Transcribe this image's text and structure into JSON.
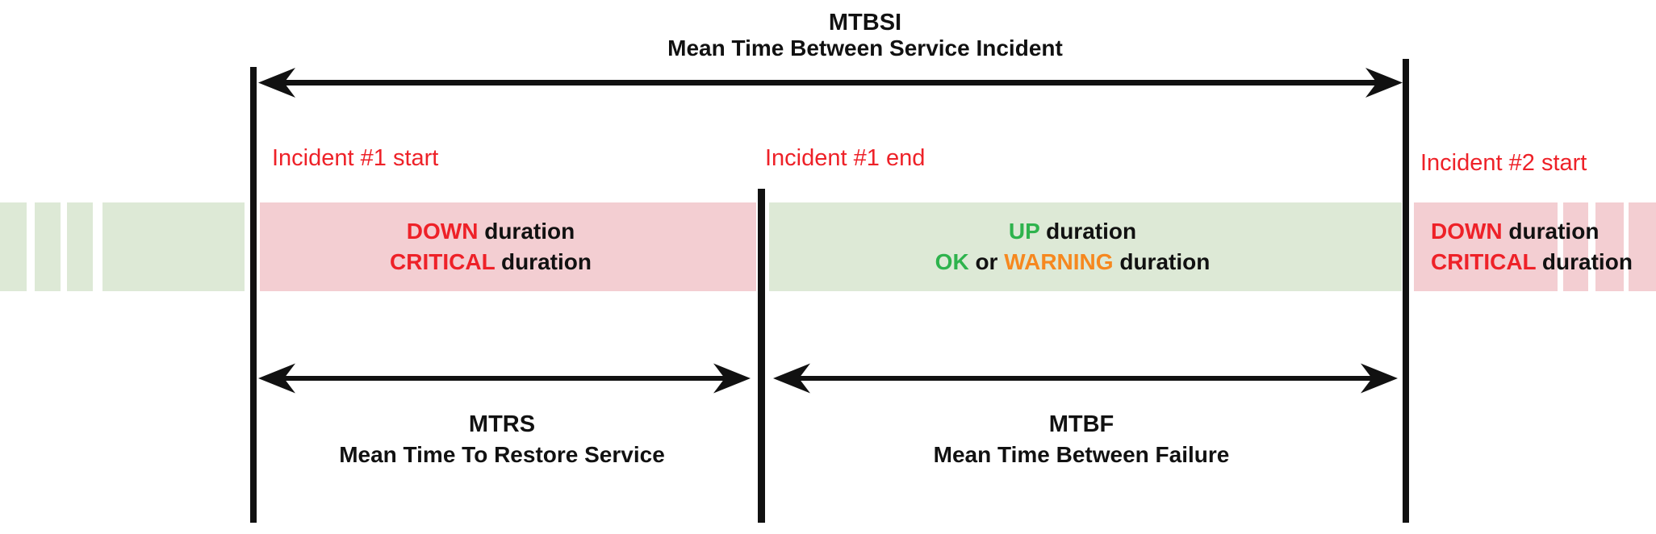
{
  "title": {
    "abbr": "MTBSI",
    "full": "Mean Time Between Service Incident"
  },
  "incident_markers": {
    "incident1_start": "Incident #1 start",
    "incident1_end": "Incident #1 end",
    "incident2_start": "Incident #2 start"
  },
  "bands": {
    "down_band_1": {
      "state": "DOWN",
      "state_suffix": " duration",
      "severity": "CRITICAL",
      "severity_suffix": " duration"
    },
    "up_band": {
      "state": "UP",
      "state_suffix": " duration",
      "ok": "OK",
      "or_word": " or ",
      "warning": "WARNING",
      "warning_suffix": " duration"
    },
    "down_band_2": {
      "state": "DOWN",
      "state_suffix": " duration",
      "severity": "CRITICAL",
      "severity_suffix": " duration"
    }
  },
  "measures": {
    "mtrs": {
      "abbr": "MTRS",
      "full": "Mean Time To Restore Service"
    },
    "mtbf": {
      "abbr": "MTBF",
      "full": "Mean Time Between Failure"
    }
  },
  "colors": {
    "incident_red": "#ee2128",
    "down_band_pink": "#f3ced2",
    "up_band_green": "#dde9d6",
    "ok_green": "#2eb34d",
    "warning_orange": "#f6881f",
    "ink_black": "#111111"
  }
}
